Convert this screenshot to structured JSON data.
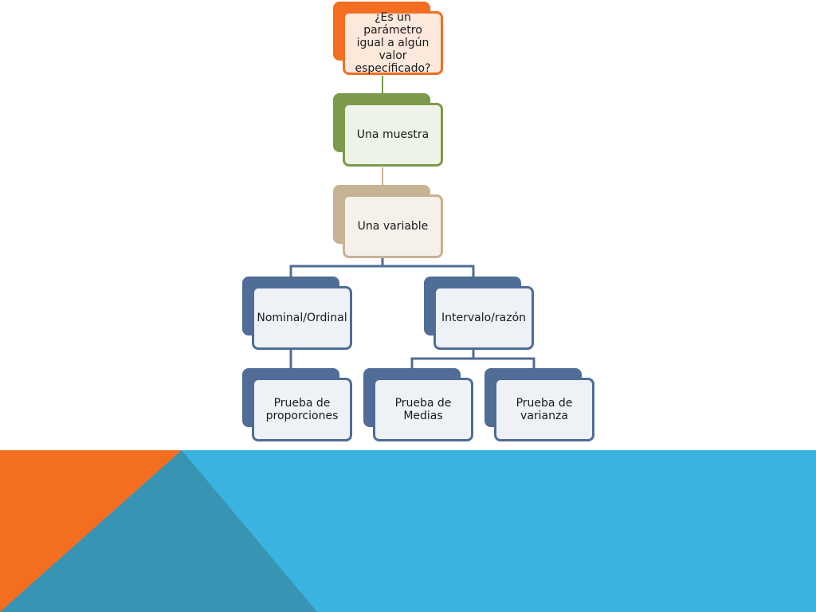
{
  "diagram": {
    "nodes": {
      "root": "¿Es un parámetro igual a algún valor especificado?",
      "muestra": "Una muestra",
      "variable": "Una variable",
      "nominal": "Nominal/Ordinal",
      "intervalo": "Intervalo/razón",
      "proporciones": "Prueba de proporciones",
      "medias": "Prueba de Medias",
      "varianza": "Prueba de varianza"
    },
    "colors": {
      "orange": "#f36e21",
      "green": "#7b9b4a",
      "tan": "#c5b394",
      "blue": "#4f6d96",
      "footer_cyan": "#3bb3e0",
      "footer_teal": "#3894b3"
    }
  }
}
